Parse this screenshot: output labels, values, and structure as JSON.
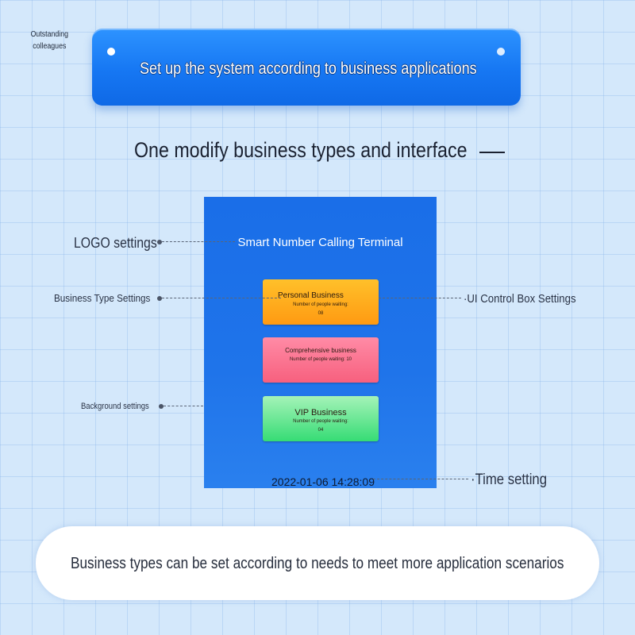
{
  "corner_label": "Outstanding colleagues",
  "banner": {
    "text": "Set up the system according to business applications"
  },
  "subtitle": "One modify business types and interface",
  "terminal": {
    "title": "Smart Number Calling Terminal",
    "businesses": [
      {
        "name": "Personal Business",
        "waiting_label": "Number of people waiting:",
        "count": "08"
      },
      {
        "name": "Comprehensive business",
        "waiting_label": "Number of people waiting: 10",
        "count": ""
      },
      {
        "name": "VIP Business",
        "waiting_label": "Number of people waiting:",
        "count": "04"
      }
    ],
    "datetime": "2022-01-06 14:28:09"
  },
  "callouts": {
    "logo": "LOGO settings",
    "business_type": "Business Type Settings",
    "background": "Background settings",
    "ui_control": "·UI Control Box Settings",
    "time": "·Time setting"
  },
  "footer": {
    "text": "Business types can be set according to needs to meet more application scenarios"
  },
  "colors": {
    "banner_blue": "#1677f3",
    "phone_blue": "#1f74ea",
    "personal_orange": "#ffa51a",
    "comprehensive_pink": "#f7607e",
    "vip_green": "#36dc75"
  }
}
